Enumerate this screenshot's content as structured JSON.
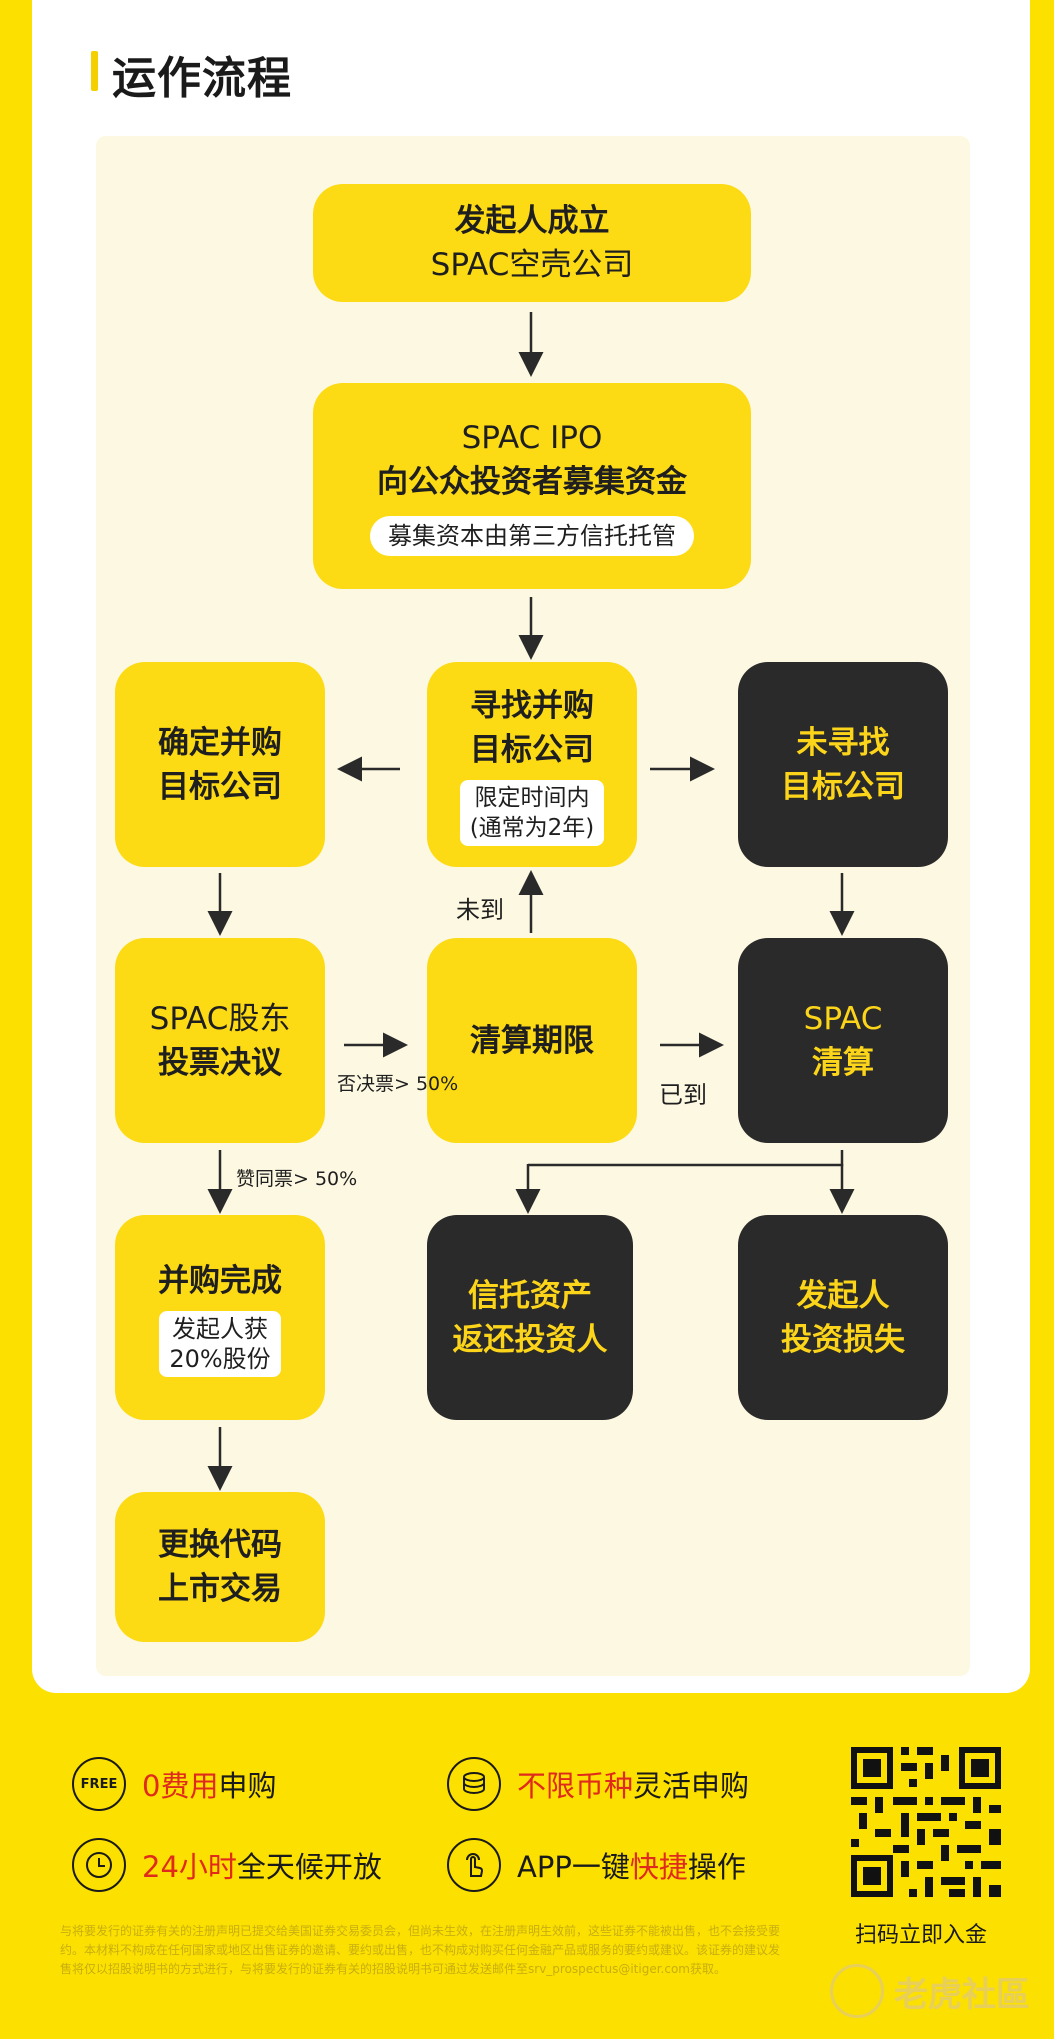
{
  "header": {
    "title": "运作流程"
  },
  "flow": {
    "found": [
      "发起人成立",
      "SPAC空壳公司"
    ],
    "ipo": [
      "SPAC IPO",
      "向公众投资者募集资金"
    ],
    "ipo_note": "募集资本由第三方信托托管",
    "search": [
      "寻找并购",
      "目标公司"
    ],
    "search_note": [
      "限定时间内",
      "(通常为2年)"
    ],
    "target_found": [
      "确定并购",
      "目标公司"
    ],
    "target_not_found": [
      "未寻找",
      "目标公司"
    ],
    "vote": [
      "SPAC股东",
      "投票决议"
    ],
    "deadline": "清算期限",
    "liquidate": [
      "SPAC",
      "清算"
    ],
    "merge_done": "并购完成",
    "merge_note": [
      "发起人获",
      "20%股份"
    ],
    "relist": [
      "更换代码",
      "上市交易"
    ],
    "trust_return": [
      "信托资产",
      "返还投资人"
    ],
    "sponsor_loss": [
      "发起人",
      "投资损失"
    ],
    "labels": {
      "not_reached": "未到",
      "reached": "已到",
      "reject": "否决票> 50%",
      "approve": "赞同票> 50%"
    }
  },
  "footer": {
    "features": [
      {
        "icon": "free-icon",
        "icon_text": "FREE",
        "highlight": "0费用",
        "rest": "申购"
      },
      {
        "icon": "coins-icon",
        "highlight": "不限币种",
        "rest": "灵活申购"
      },
      {
        "icon": "clock-icon",
        "highlight": "24小时",
        "rest": "全天候开放"
      },
      {
        "icon": "hand-tap-icon",
        "prefix": "APP一键",
        "highlight": "快捷",
        "rest": "操作"
      }
    ],
    "qr_label": "扫码立即入金",
    "disclaimer": "与将要发行的证券有关的注册声明已提交给美国证券交易委员会，但尚未生效，在注册声明生效前，这些证券不能被出售，也不会接受要约。本材料不构成在任何国家或地区出售证券的邀请、要约或出售，也不构成对购买任何金融产品或服务的要约或建议。该证券的建议发售将仅以招股说明书的方式进行，与将要发行的证券有关的招股说明书可通过发送邮件至srv_prospectus@itiger.com获取。",
    "brand": "老虎社區",
    "colors": {
      "accent": "#fcdb14",
      "dark": "#2a2a2a",
      "highlight": "#e02a1c"
    }
  }
}
